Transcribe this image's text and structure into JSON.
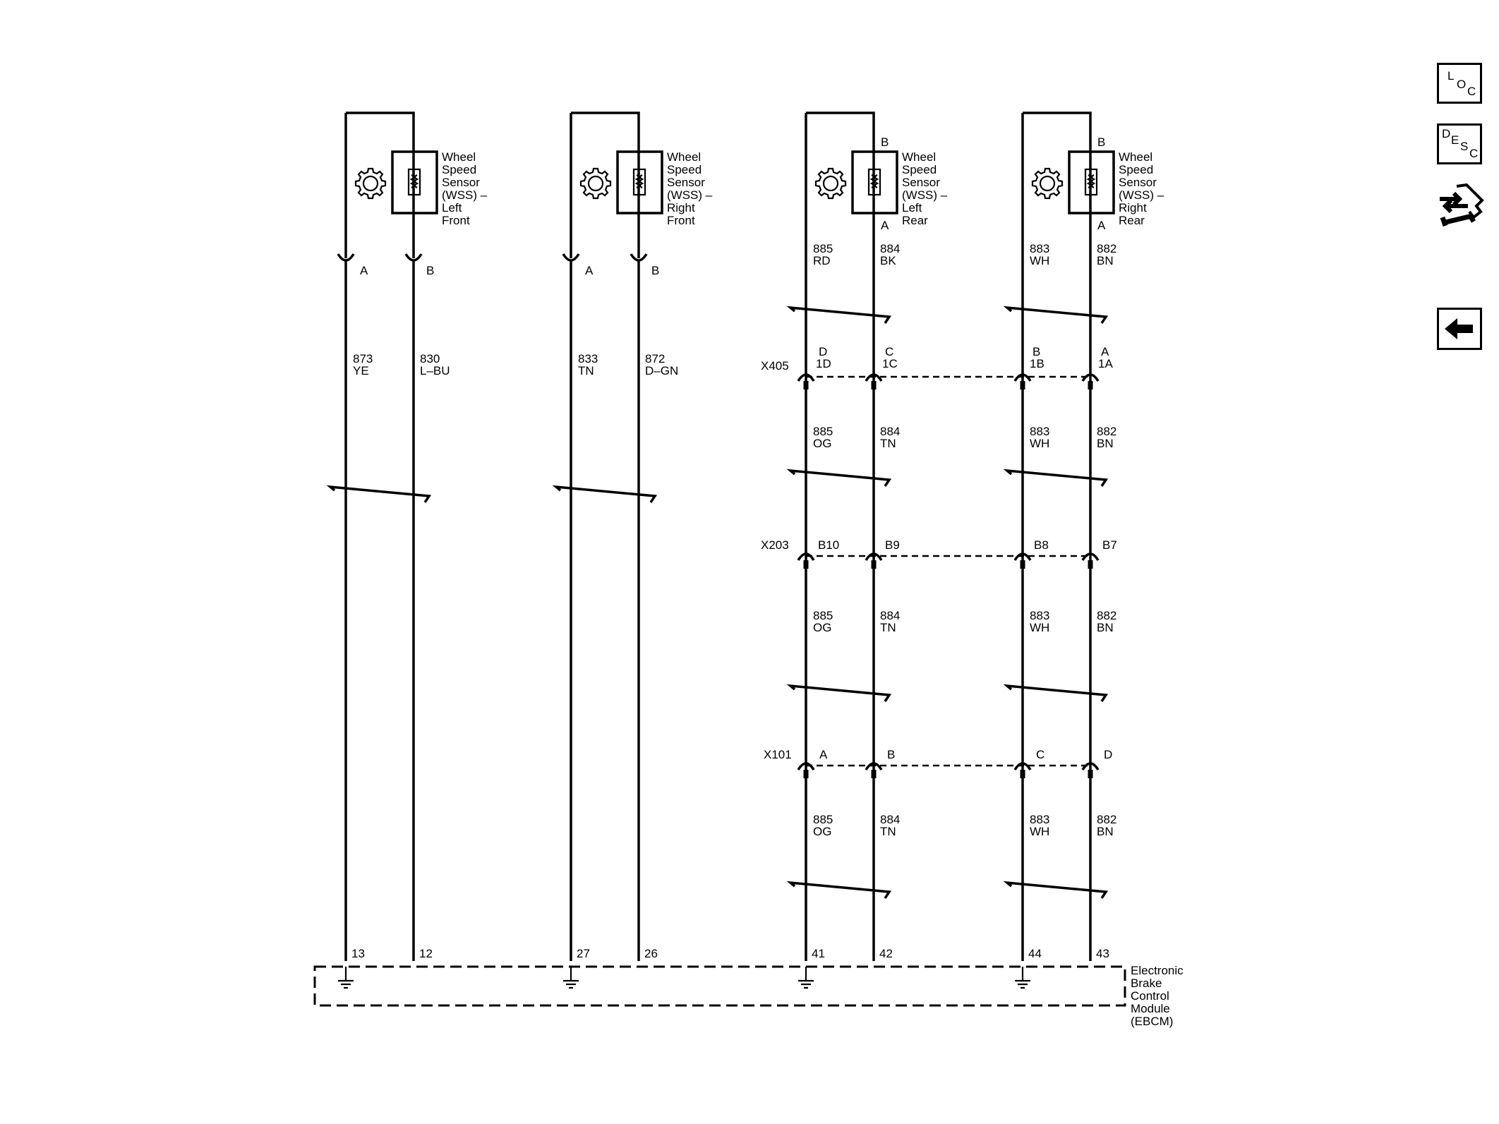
{
  "sensors": [
    {
      "id": "lf",
      "label": [
        "Wheel",
        "Speed",
        "Sensor",
        "(WSS) –",
        "Left",
        "Front"
      ],
      "pin_top_left": "",
      "pin_top_right": "",
      "conn_left": "A",
      "conn_right": "B",
      "wire_left": {
        "circuit": "873",
        "color": "YE"
      },
      "wire_right": {
        "circuit": "830",
        "color": "L–BU"
      },
      "module_pin_left": "13",
      "module_pin_right": "12"
    },
    {
      "id": "rf",
      "label": [
        "Wheel",
        "Speed",
        "Sensor",
        "(WSS) –",
        "Right",
        "Front"
      ],
      "pin_top_left": "",
      "pin_top_right": "",
      "conn_left": "A",
      "conn_right": "B",
      "wire_left": {
        "circuit": "833",
        "color": "TN"
      },
      "wire_right": {
        "circuit": "872",
        "color": "D–GN"
      },
      "module_pin_left": "27",
      "module_pin_right": "26"
    },
    {
      "id": "lr",
      "label": [
        "Wheel",
        "Speed",
        "Sensor",
        "(WSS) –",
        "Left",
        "Rear"
      ],
      "pin_top": "B",
      "pin_bottom": "A",
      "wire_left": {
        "circuit": "885",
        "color": "RD"
      },
      "wire_right": {
        "circuit": "884",
        "color": "BK"
      },
      "module_pin_left": "41",
      "module_pin_right": "42"
    },
    {
      "id": "rr",
      "label": [
        "Wheel",
        "Speed",
        "Sensor",
        "(WSS) –",
        "Right",
        "Rear"
      ],
      "pin_top": "B",
      "pin_bottom": "A",
      "wire_left": {
        "circuit": "883",
        "color": "WH"
      },
      "wire_right": {
        "circuit": "882",
        "color": "BN"
      },
      "module_pin_left": "44",
      "module_pin_right": "43"
    }
  ],
  "connectors": [
    {
      "name": "X405",
      "pins": [
        [
          "D",
          "1D"
        ],
        [
          "C",
          "1C"
        ],
        [
          "B",
          "1B"
        ],
        [
          "A",
          "1A"
        ]
      ],
      "wires_below": [
        [
          "885",
          "OG"
        ],
        [
          "884",
          "TN"
        ],
        [
          "883",
          "WH"
        ],
        [
          "882",
          "BN"
        ]
      ]
    },
    {
      "name": "X203",
      "pins": [
        [
          "B10"
        ],
        [
          "B9"
        ],
        [
          "B8"
        ],
        [
          "B7"
        ]
      ],
      "wires_below": [
        [
          "885",
          "OG"
        ],
        [
          "884",
          "TN"
        ],
        [
          "883",
          "WH"
        ],
        [
          "882",
          "BN"
        ]
      ]
    },
    {
      "name": "X101",
      "pins": [
        [
          "A"
        ],
        [
          "B"
        ],
        [
          "C"
        ],
        [
          "D"
        ]
      ],
      "wires_below": [
        [
          "885",
          "OG"
        ],
        [
          "884",
          "TN"
        ],
        [
          "883",
          "WH"
        ],
        [
          "882",
          "BN"
        ]
      ]
    }
  ],
  "module": {
    "label": [
      "Electronic",
      "Brake",
      "Control",
      "Module",
      "(EBCM)"
    ]
  },
  "nav": {
    "loc": {
      "l1": "L",
      "l2": "O",
      "l3": "C"
    },
    "desc": {
      "l1": "D",
      "l2": "E",
      "l3": "S",
      "l4": "C"
    },
    "service_icon": "service-information-icon",
    "back_icon": "back-arrow-icon"
  }
}
